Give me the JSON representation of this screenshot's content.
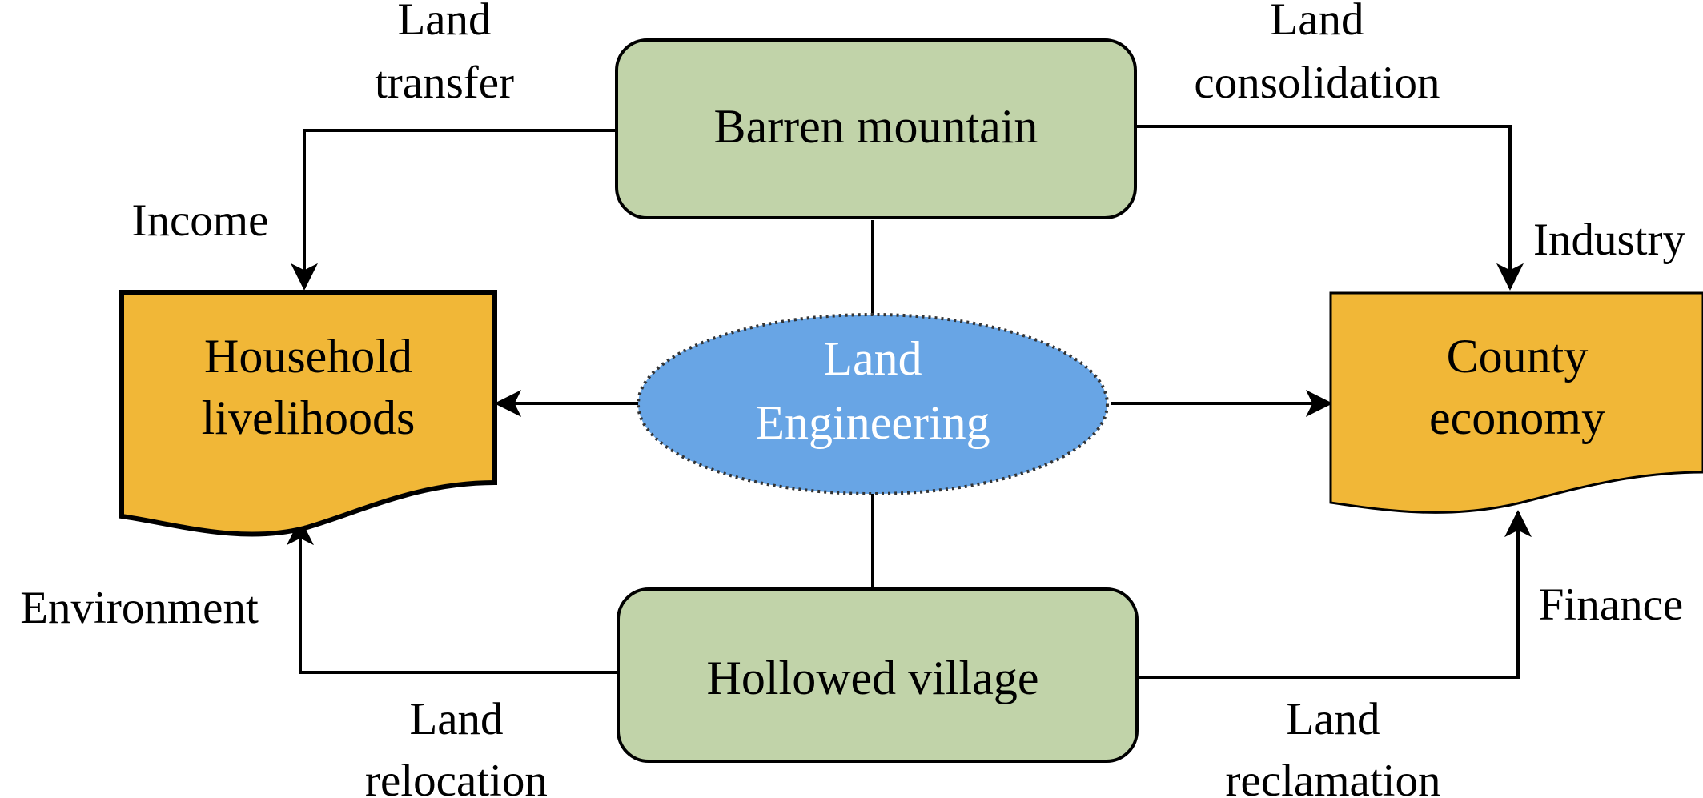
{
  "colors": {
    "resource_box_fill": "#c1d3a9",
    "outcome_doc_fill": "#f1b737",
    "center_ellipse_fill": "#68a5e5",
    "line": "#000000"
  },
  "center": {
    "line1": "Land",
    "line2": "Engineering"
  },
  "top_box": {
    "label": "Barren mountain"
  },
  "bottom_box": {
    "label": "Hollowed village"
  },
  "left_doc": {
    "line1": "Household",
    "line2": "livelihoods"
  },
  "right_doc": {
    "line1": "County",
    "line2": "economy"
  },
  "edge_labels": {
    "land_transfer": {
      "line1": "Land",
      "line2": "transfer"
    },
    "land_consolidation": {
      "line1": "Land",
      "line2": "consolidation"
    },
    "land_relocation": {
      "line1": "Land",
      "line2": "relocation"
    },
    "land_reclamation": {
      "line1": "Land",
      "line2": "reclamation"
    },
    "income": "Income",
    "industry": "Industry",
    "environment": "Environment",
    "finance": "Finance"
  }
}
